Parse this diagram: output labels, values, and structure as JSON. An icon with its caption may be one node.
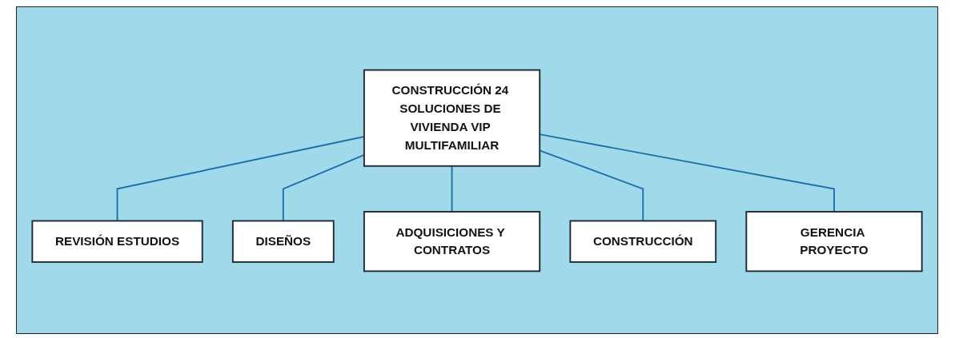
{
  "diagram": {
    "nodes": [
      {
        "text": [
          "CONSTRUCCIÓN 24 SOLUCIONES DE VIVIENDA VIP MULTIFAMILIAR"
        ]
      },
      {
        "text": [
          "REVISIÓN ESTUDIOS"
        ]
      },
      {
        "text": [
          "DISEÑOS"
        ]
      },
      {
        "text": [
          "ADQUISICIONES Y CONTRATOS"
        ]
      },
      {
        "text": [
          "CONSTRUCCIÓN"
        ]
      },
      {
        "text": [
          "GERENCIA PROYECTO"
        ]
      }
    ],
    "edges": [
      {
        "from": 0,
        "to": 1,
        "arrow": "none"
      },
      {
        "from": 0,
        "to": 2,
        "arrow": "none"
      },
      {
        "from": 0,
        "to": 3,
        "arrow": "none"
      },
      {
        "from": 0,
        "to": 4,
        "arrow": "none"
      },
      {
        "from": 0,
        "to": 5,
        "arrow": "none"
      }
    ]
  }
}
